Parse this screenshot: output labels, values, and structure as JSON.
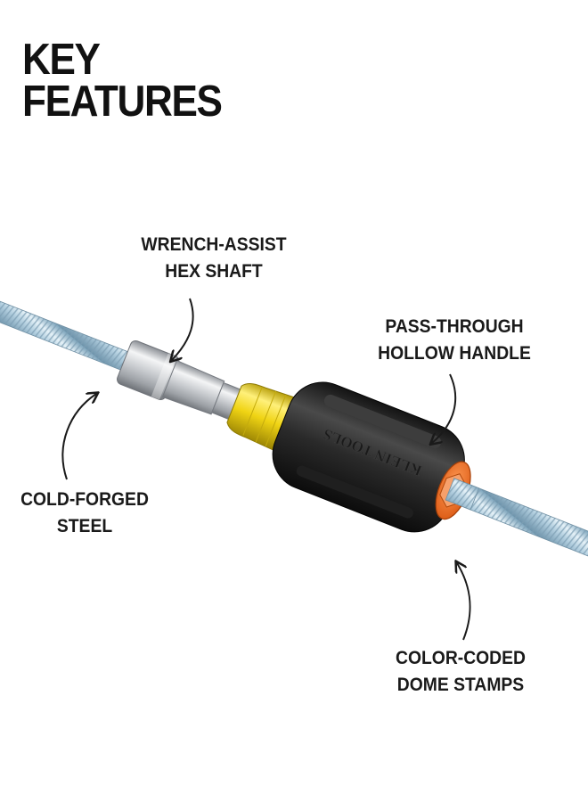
{
  "title": {
    "line1": "KEY",
    "line2": "FEATURES"
  },
  "callouts": {
    "wrench_assist": {
      "line1": "WRENCH-ASSIST",
      "line2": "HEX SHAFT"
    },
    "pass_through": {
      "line1": "PASS-THROUGH",
      "line2": "HOLLOW HANDLE"
    },
    "cold_forged": {
      "line1": "COLD-FORGED",
      "line2": "STEEL"
    },
    "color_coded": {
      "line1": "COLOR-CODED",
      "line2": "DOME STAMPS"
    }
  },
  "handle_brand_text": "KLEIN TOOLS",
  "colors": {
    "background": "#ffffff",
    "text": "#1a1a1a",
    "handle_black": "#2b2b2b",
    "ferrule_yellow": "#f2d81a",
    "dome_orange": "#ee6a1f",
    "chrome": "#d4d8dc",
    "threaded_rod": "#bcd6e6"
  },
  "icons": [
    "curved-arrow-icon"
  ]
}
